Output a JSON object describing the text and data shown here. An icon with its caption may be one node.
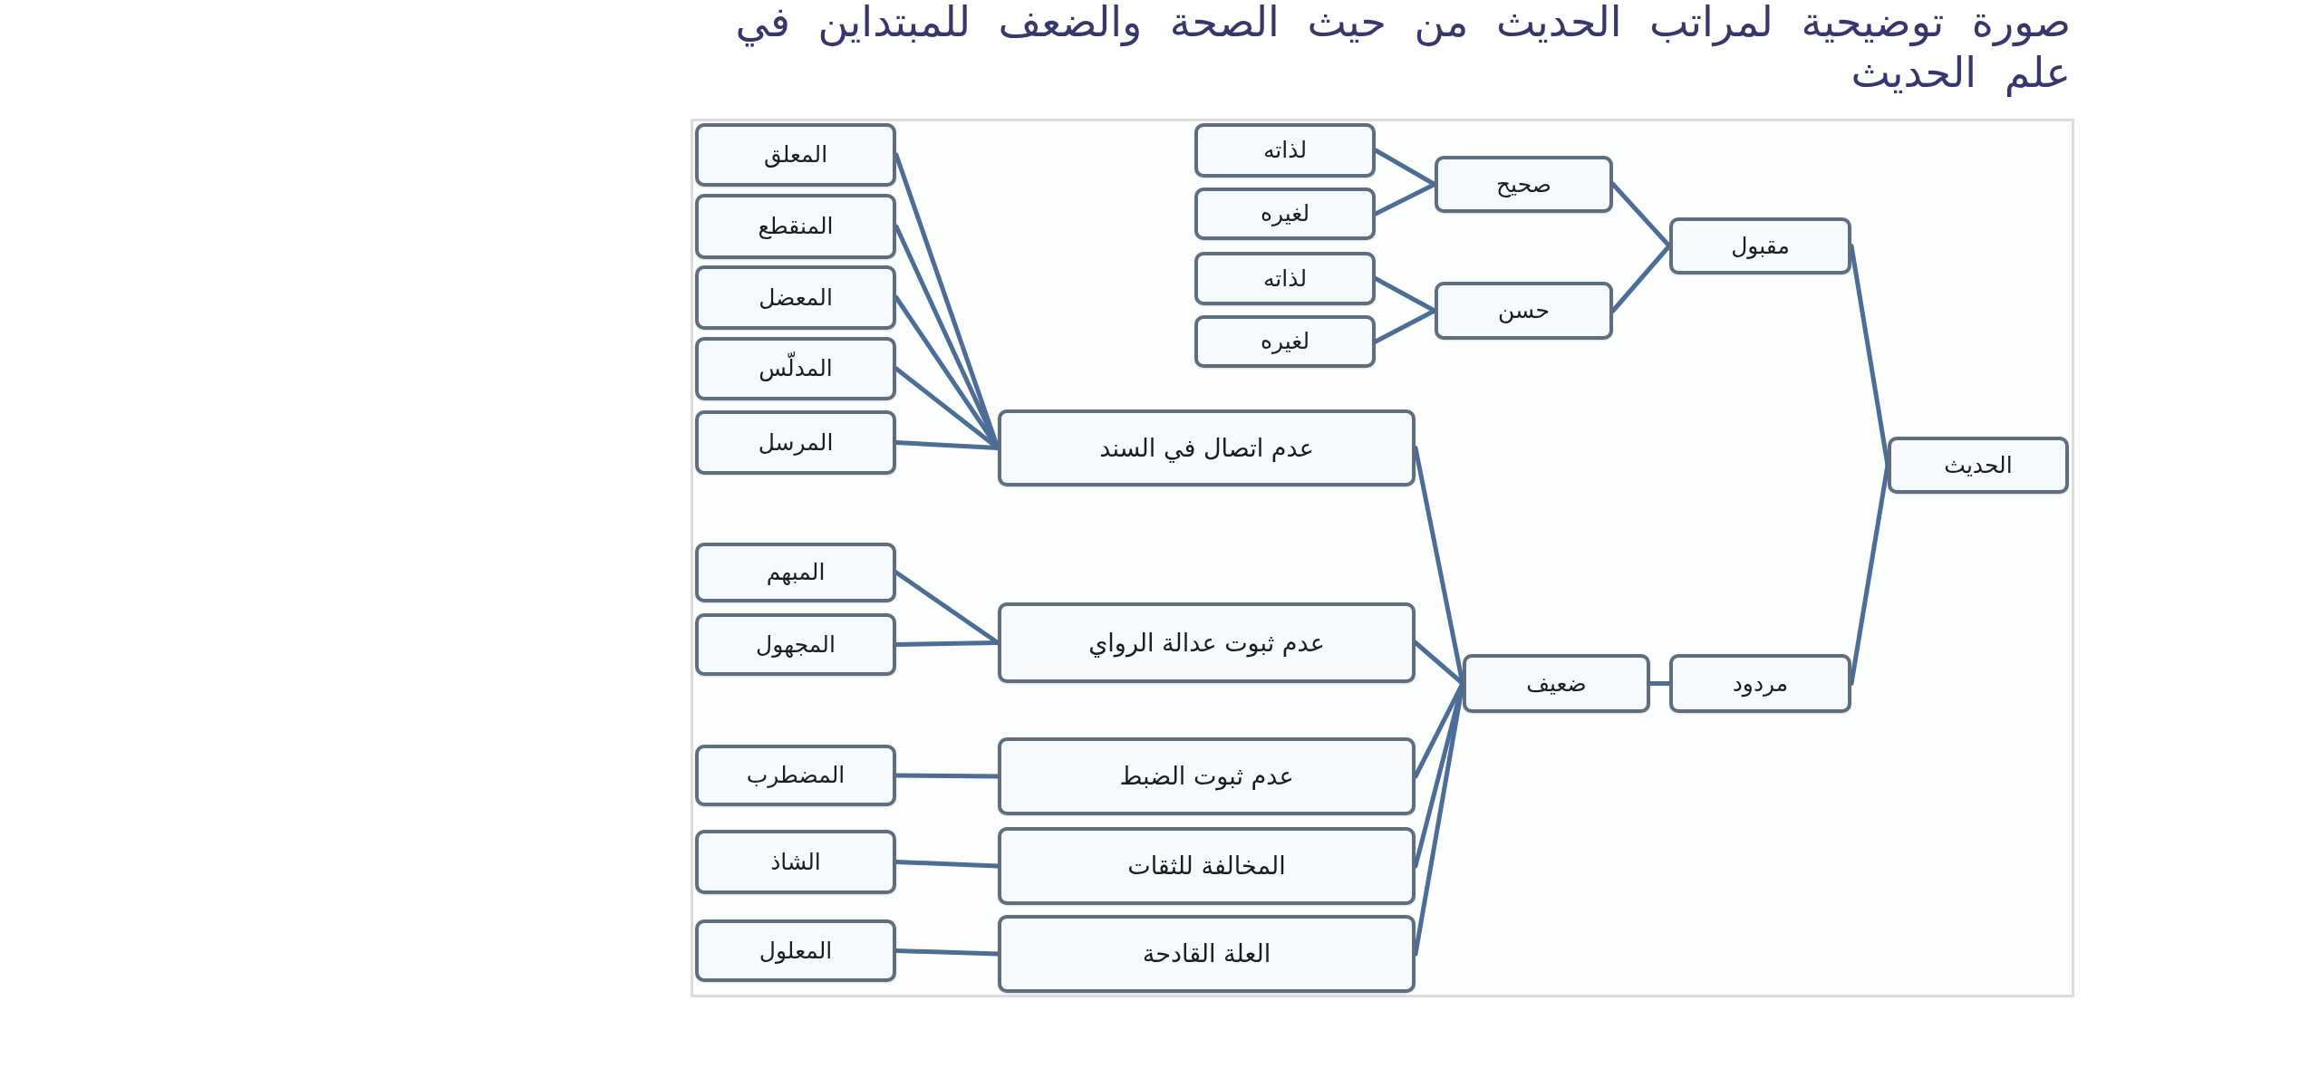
{
  "diagram": {
    "title": "صورة توضيحية لمراتب الحديث من حيث الصحة والضعف للمبتداين في علم الحديث",
    "nodes": [
      {
        "text": [
          "الحديث"
        ]
      },
      {
        "text": [
          "مقبول"
        ]
      },
      {
        "text": [
          "مردود"
        ]
      },
      {
        "text": [
          "صحيح"
        ]
      },
      {
        "text": [
          "حسن"
        ]
      },
      {
        "text": [
          "لذاته"
        ]
      },
      {
        "text": [
          "لغيره"
        ]
      },
      {
        "text": [
          "لذاته"
        ]
      },
      {
        "text": [
          "لغيره"
        ]
      },
      {
        "text": [
          "ضعيف"
        ]
      },
      {
        "text": [
          "عدم اتصال في السند"
        ]
      },
      {
        "text": [
          "عدم ثبوت عدالة الرواي"
        ]
      },
      {
        "text": [
          "عدم ثبوت الضبط"
        ]
      },
      {
        "text": [
          "المخالفة للثقات"
        ]
      },
      {
        "text": [
          "العلة القادحة"
        ]
      },
      {
        "text": [
          "المعلق"
        ]
      },
      {
        "text": [
          "المنقطع"
        ]
      },
      {
        "text": [
          "المعضل"
        ]
      },
      {
        "text": [
          "المدلّس"
        ]
      },
      {
        "text": [
          "المرسل"
        ]
      },
      {
        "text": [
          "المبهم"
        ]
      },
      {
        "text": [
          "المجهول"
        ]
      },
      {
        "text": [
          "المضطرب"
        ]
      },
      {
        "text": [
          "الشاذ"
        ]
      },
      {
        "text": [
          "المعلول"
        ]
      }
    ],
    "edges": [
      {
        "from": 0,
        "to": 1,
        "arrow": "none"
      },
      {
        "from": 0,
        "to": 2,
        "arrow": "none"
      },
      {
        "from": 1,
        "to": 3,
        "arrow": "none"
      },
      {
        "from": 1,
        "to": 4,
        "arrow": "none"
      },
      {
        "from": 3,
        "to": 5,
        "arrow": "none"
      },
      {
        "from": 3,
        "to": 6,
        "arrow": "none"
      },
      {
        "from": 4,
        "to": 7,
        "arrow": "none"
      },
      {
        "from": 4,
        "to": 8,
        "arrow": "none"
      },
      {
        "from": 2,
        "to": 9,
        "arrow": "none"
      },
      {
        "from": 9,
        "to": 10,
        "arrow": "none"
      },
      {
        "from": 9,
        "to": 11,
        "arrow": "none"
      },
      {
        "from": 9,
        "to": 12,
        "arrow": "none"
      },
      {
        "from": 9,
        "to": 13,
        "arrow": "none"
      },
      {
        "from": 9,
        "to": 14,
        "arrow": "none"
      },
      {
        "from": 10,
        "to": 15,
        "arrow": "none"
      },
      {
        "from": 10,
        "to": 16,
        "arrow": "none"
      },
      {
        "from": 10,
        "to": 17,
        "arrow": "none"
      },
      {
        "from": 10,
        "to": 18,
        "arrow": "none"
      },
      {
        "from": 10,
        "to": 19,
        "arrow": "none"
      },
      {
        "from": 11,
        "to": 20,
        "arrow": "none"
      },
      {
        "from": 11,
        "to": 21,
        "arrow": "none"
      },
      {
        "from": 12,
        "to": 22,
        "arrow": "none"
      },
      {
        "from": 13,
        "to": 23,
        "arrow": "none"
      },
      {
        "from": 14,
        "to": 24,
        "arrow": "none"
      }
    ]
  }
}
